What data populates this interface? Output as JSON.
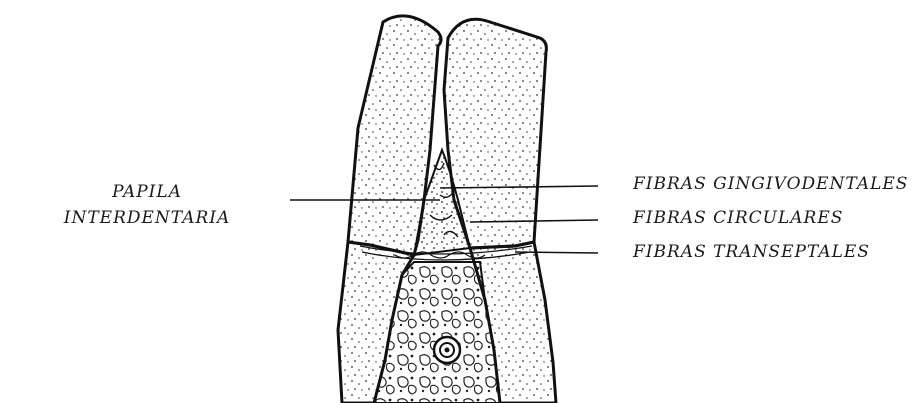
{
  "labels": {
    "left": {
      "line1": "PAPILA",
      "line2": "INTERDENTARIA"
    },
    "right": [
      "FIBRAS GINGIVODENTALES",
      "FIBRAS CIRCULARES",
      "FIBRAS TRANSEPTALES"
    ]
  }
}
